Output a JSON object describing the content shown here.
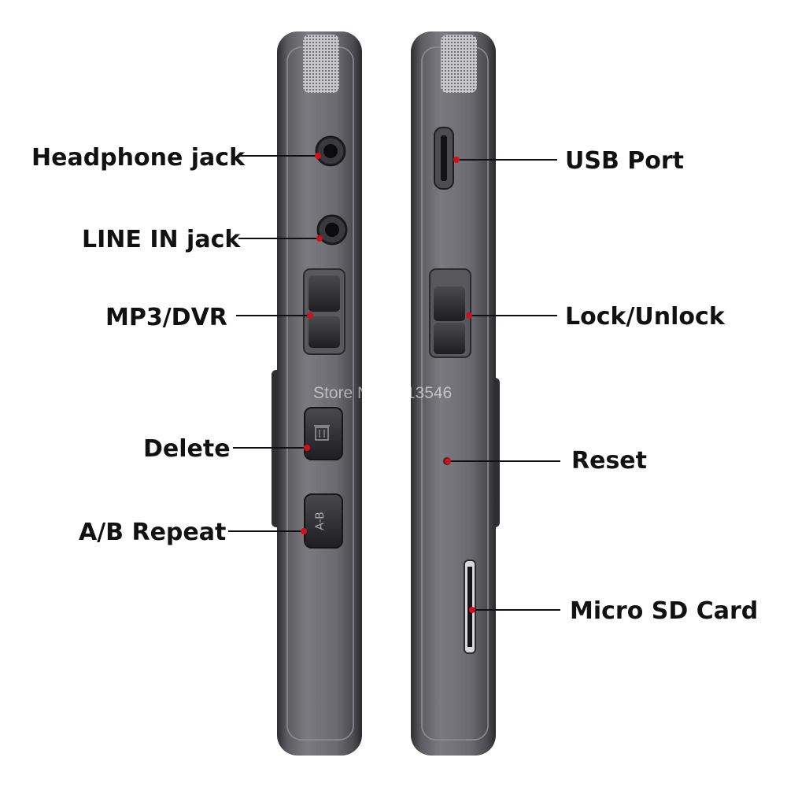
{
  "colors": {
    "body_dark": "#3a3a3e",
    "body_mid": "#6f6f74",
    "body_light": "#9a9a9f",
    "marker": "#d10f1f",
    "line": "#111111"
  },
  "left_device": {
    "labels": {
      "headphone": "Headphone jack",
      "line_in": "LINE IN jack",
      "mode": "MP3/DVR",
      "delete": "Delete",
      "repeat": "A/B Repeat"
    },
    "button_text": {
      "repeat": "A-B"
    },
    "icons": {
      "delete": "trash-icon"
    }
  },
  "right_device": {
    "labels": {
      "usb": "USB Port",
      "lock": "Lock/Unlock",
      "reset": "Reset",
      "sd": "Micro SD Card"
    }
  },
  "watermark": "Store No: 1213546"
}
